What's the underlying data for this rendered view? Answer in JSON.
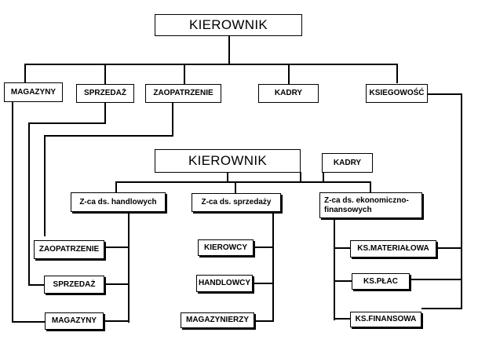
{
  "top": {
    "kierownik": "KIEROWNIK",
    "magazyny": "MAGAZYNY",
    "sprzedaz": "SPRZEDAŻ",
    "zaopatrzenie": "ZAOPATRZENIE",
    "kadry": "KADRY",
    "ksiegowosc": "KSIEGOWOŚĆ"
  },
  "bottom": {
    "kierownik": "KIEROWNIK",
    "kadry": "KADRY",
    "zca_handlowych": "Z-ca ds. handlowych",
    "zca_sprzedazy": "Z-ca ds. sprzedaży",
    "zca_ekonomiczno": "Z-ca ds. ekonomiczno-finansowych",
    "zaopatrzenie": "ZAOPATRZENIE",
    "sprzedaz": "SPRZEDAŻ",
    "magazyny": "MAGAZYNY",
    "kierowcy": "KIEROWCY",
    "handlowcy": "HANDLOWCY",
    "magazynierzy": "MAGAZYNIERZY",
    "ks_materialowa": "KS.MATERIAŁOWA",
    "ks_plac": "KS.PŁAC",
    "ks_finansowa": "KS.FINANSOWA"
  }
}
